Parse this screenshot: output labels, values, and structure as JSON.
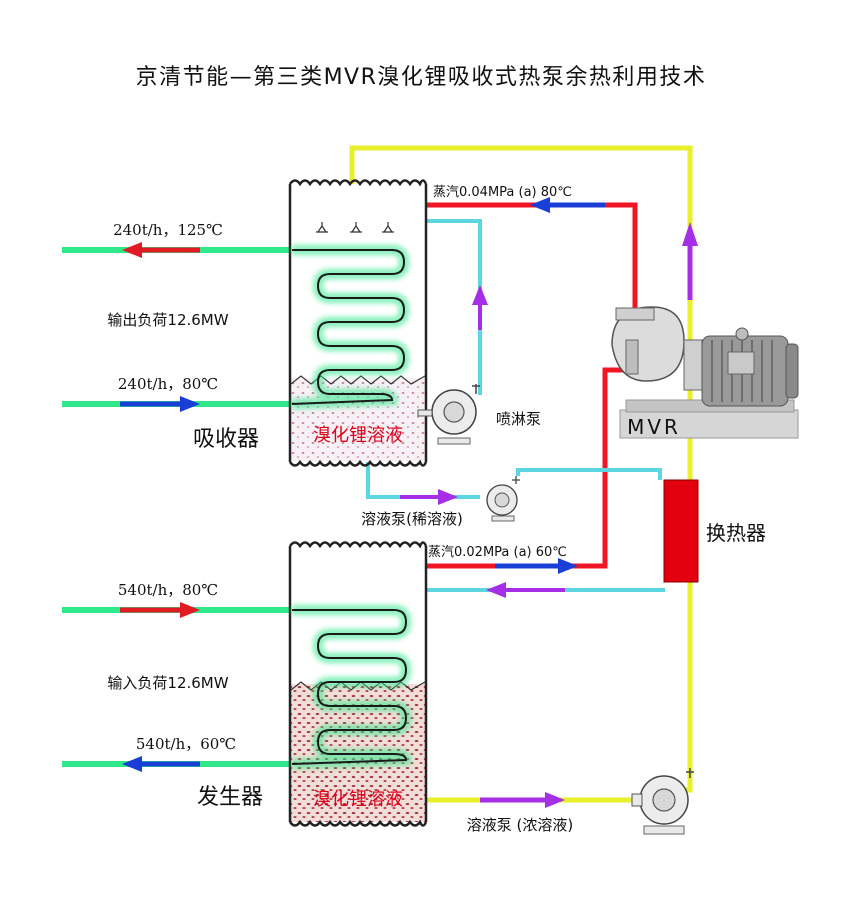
{
  "title": "京清节能—第三类MVR溴化锂吸收式热泵余热利用技术",
  "absorber": {
    "name": "吸收器",
    "solution": "溴化锂溶液",
    "out_flow": "240t/h，125℃",
    "in_flow": "240t/h，80℃",
    "load": "输出负荷12.6MW"
  },
  "generator": {
    "name": "发生器",
    "solution": "溴化锂溶液",
    "in_flow": "540t/h，80℃",
    "out_flow": "540t/h，60℃",
    "load": "输入负荷12.6MW"
  },
  "steam_high": "蒸汽0.04MPa (a) 80℃",
  "steam_low": "蒸汽0.02MPa (a) 60℃",
  "spray_pump": "喷淋泵",
  "dilute_pump": "溶液泵(稀溶液)",
  "conc_pump": "溶液泵 (浓溶液)",
  "heat_exchanger": "换热器",
  "mvr": "MVR",
  "colors": {
    "hot_water": "#e01b24",
    "cold_water": "#1a3fd6",
    "water_pipe": "#2ee88a",
    "steam": "#f01626",
    "solution": "#5cd6e0",
    "conc_solution": "#e7f02a",
    "arrow_purple": "#a52ee6"
  }
}
